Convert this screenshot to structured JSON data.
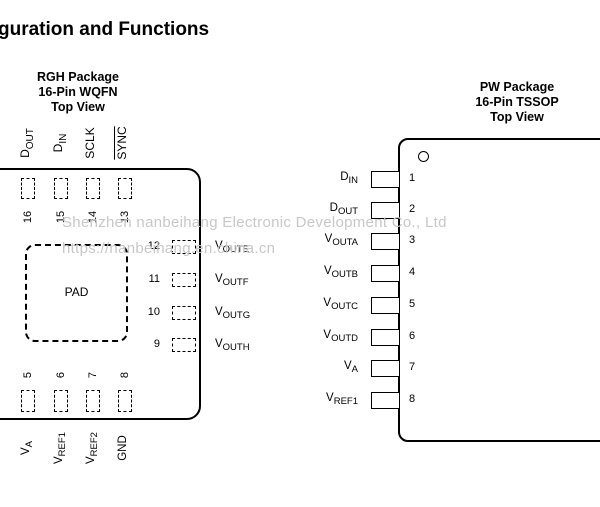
{
  "heading": "guration and Functions",
  "rgh": {
    "line1": "RGH Package",
    "line2": "16-Pin WQFN",
    "line3": "Top View",
    "pad_label": "PAD",
    "top_pins": [
      {
        "num": "16",
        "base": "D",
        "sub": "OUT",
        "over": false
      },
      {
        "num": "15",
        "base": "D",
        "sub": "IN",
        "over": false
      },
      {
        "num": "14",
        "base": "SCLK",
        "sub": "",
        "over": false
      },
      {
        "num": "13",
        "base": "SYNC",
        "sub": "",
        "over": true
      }
    ],
    "right_pins": [
      {
        "num": "12",
        "base": "V",
        "sub": "OUTE"
      },
      {
        "num": "11",
        "base": "V",
        "sub": "OUTF"
      },
      {
        "num": "10",
        "base": "V",
        "sub": "OUTG"
      },
      {
        "num": "9",
        "base": "V",
        "sub": "OUTH"
      }
    ],
    "bottom_pins": [
      {
        "num": "5",
        "base": "V",
        "sub": "A"
      },
      {
        "num": "6",
        "base": "V",
        "sub": "REF1"
      },
      {
        "num": "7",
        "base": "V",
        "sub": "REF2"
      },
      {
        "num": "8",
        "base": "GND",
        "sub": ""
      }
    ]
  },
  "pw": {
    "line1": "PW Package",
    "line2": "16-Pin TSSOP",
    "line3": "Top View",
    "left_pins": [
      {
        "num": "1",
        "base": "D",
        "sub": "IN"
      },
      {
        "num": "2",
        "base": "D",
        "sub": "OUT"
      },
      {
        "num": "3",
        "base": "V",
        "sub": "OUTA"
      },
      {
        "num": "4",
        "base": "V",
        "sub": "OUTB"
      },
      {
        "num": "5",
        "base": "V",
        "sub": "OUTC"
      },
      {
        "num": "6",
        "base": "V",
        "sub": "OUTD"
      },
      {
        "num": "7",
        "base": "V",
        "sub": "A"
      },
      {
        "num": "8",
        "base": "V",
        "sub": "REF1"
      }
    ]
  },
  "watermark": {
    "line1": "Shenzhen nanbeihang Electronic Development Co., Ltd",
    "line2": "https://nanbeihang.en.china.cn"
  }
}
